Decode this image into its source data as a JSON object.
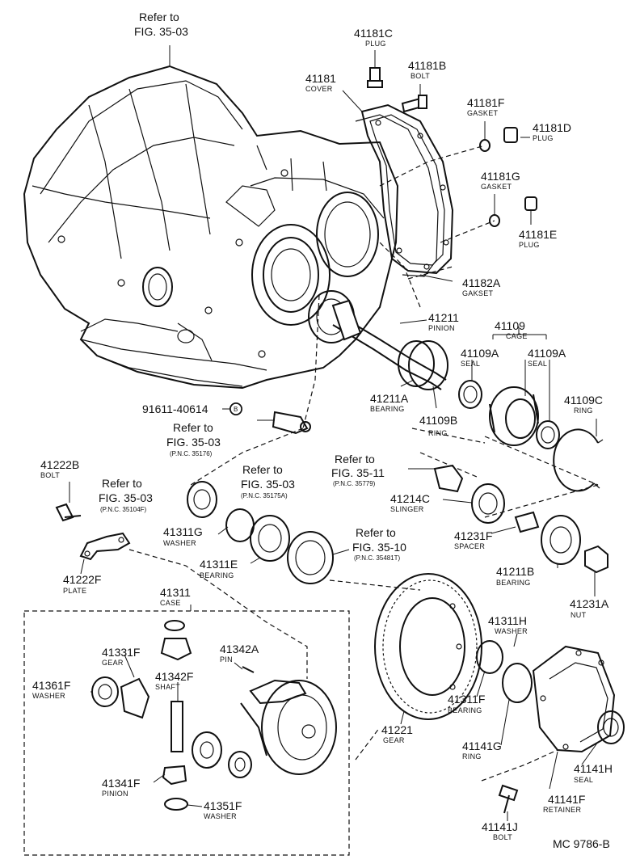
{
  "diagram_code": "MC 9786-B",
  "references": {
    "top_left": {
      "line1": "Refer to",
      "line2": "FIG. 35-03"
    },
    "sensor": {
      "line1": "Refer to",
      "line2": "FIG. 35-03",
      "pnc": "(P.N.C. 35176)"
    },
    "shaft_seal": {
      "line1": "Refer to",
      "line2": "FIG. 35-03",
      "pnc": "(P.N.C. 35175A)"
    },
    "left_seal": {
      "line1": "Refer to",
      "line2": "FIG. 35-03",
      "pnc": "(P.N.C. 35104F)"
    },
    "gear_hub": {
      "line1": "Refer to",
      "line2": "FIG. 35-11",
      "pnc": "(P.N.C. 35779)"
    },
    "bearing_race": {
      "line1": "Refer to",
      "line2": "FIG. 35-10",
      "pnc": "(P.N.C. 35481T)"
    }
  },
  "bolt_callout": {
    "number": "91611-40614",
    "marker": "B"
  },
  "parts": {
    "p41181C": {
      "number": "41181C",
      "name": "PLUG"
    },
    "p41181B": {
      "number": "41181B",
      "name": "BOLT"
    },
    "p41181": {
      "number": "41181",
      "name": "COVER"
    },
    "p41181F": {
      "number": "41181F",
      "name": "GASKET"
    },
    "p41181D": {
      "number": "41181D",
      "name": "PLUG"
    },
    "p41181G": {
      "number": "41181G",
      "name": "GASKET"
    },
    "p41181E": {
      "number": "41181E",
      "name": "PLUG"
    },
    "p41182A": {
      "number": "41182A",
      "name": "GAKSET"
    },
    "p41211": {
      "number": "41211",
      "name": "PINION"
    },
    "p41109": {
      "number": "41109",
      "name": "CAGE"
    },
    "p41109A_1": {
      "number": "41109A",
      "name": "SEAL"
    },
    "p41109A_2": {
      "number": "41109A",
      "name": "SEAL"
    },
    "p41211A": {
      "number": "41211A",
      "name": "BEARING"
    },
    "p41109B": {
      "number": "41109B",
      "name": "RING"
    },
    "p41109C": {
      "number": "41109C",
      "name": "RING"
    },
    "p41222B": {
      "number": "41222B",
      "name": "BOLT"
    },
    "p41214C": {
      "number": "41214C",
      "name": "SLINGER"
    },
    "p41231F": {
      "number": "41231F",
      "name": "SPACER"
    },
    "p41211B": {
      "number": "41211B",
      "name": "BEARING"
    },
    "p41231A": {
      "number": "41231A",
      "name": "NUT"
    },
    "p41311G": {
      "number": "41311G",
      "name": "WASHER"
    },
    "p41311E": {
      "number": "41311E",
      "name": "BEARING"
    },
    "p41222F": {
      "number": "41222F",
      "name": "PLATE"
    },
    "p41311": {
      "number": "41311",
      "name": "CASE"
    },
    "p41311H": {
      "number": "41311H",
      "name": "WASHER"
    },
    "p41331F": {
      "number": "41331F",
      "name": "GEAR"
    },
    "p41342A": {
      "number": "41342A",
      "name": "PIN"
    },
    "p41361F": {
      "number": "41361F",
      "name": "WASHER"
    },
    "p41342F": {
      "number": "41342F",
      "name": "SHAFT"
    },
    "p41311F": {
      "number": "41311F",
      "name": "BEARING"
    },
    "p41221": {
      "number": "41221",
      "name": "GEAR"
    },
    "p41141G": {
      "number": "41141G",
      "name": "RING"
    },
    "p41141H": {
      "number": "41141H",
      "name": "SEAL"
    },
    "p41341F": {
      "number": "41341F",
      "name": "PINION"
    },
    "p41141F": {
      "number": "41141F",
      "name": "RETAINER"
    },
    "p41351F": {
      "number": "41351F",
      "name": "WASHER"
    },
    "p41141J": {
      "number": "41141J",
      "name": "BOLT"
    }
  }
}
